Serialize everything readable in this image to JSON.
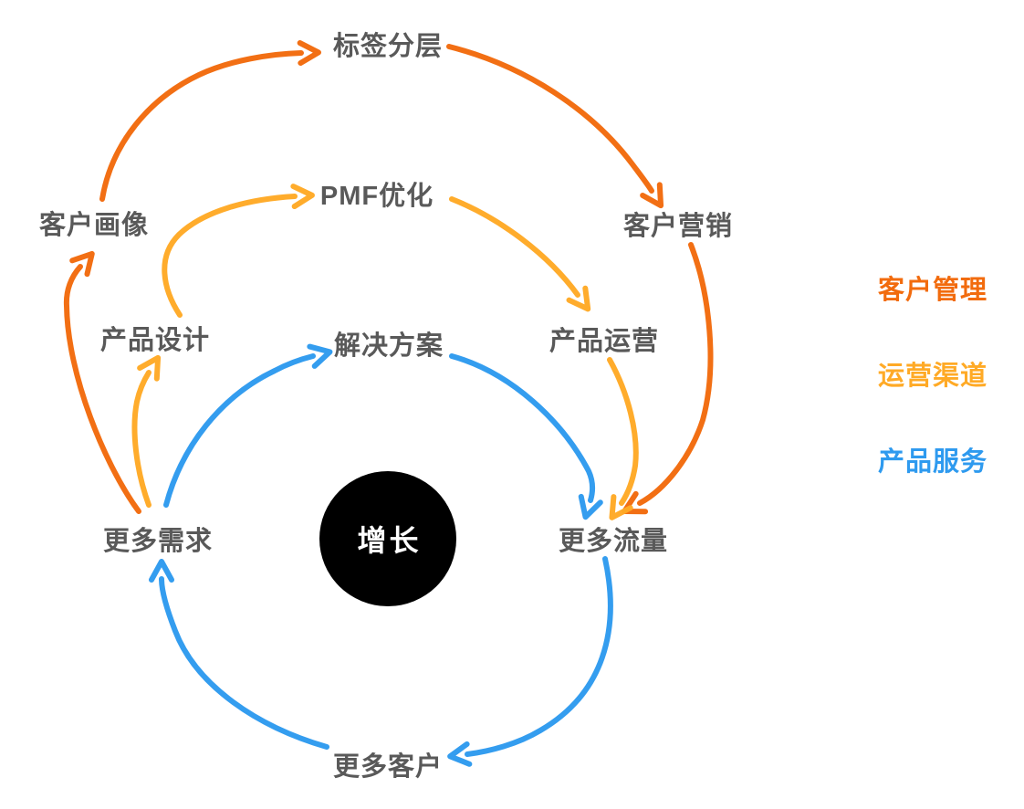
{
  "diagram": {
    "type": "flywheel-loop-diagram",
    "background": "#ffffff"
  },
  "center_node": {
    "label": "增长",
    "bg_color": "#000000",
    "text_color": "#ffffff"
  },
  "colors": {
    "node_text": "#595959",
    "orange": "#F26B0D",
    "amber": "#FFAA26",
    "blue": "#2E9AEF"
  },
  "groups": [
    {
      "id": "customer-management",
      "label": "客户管理",
      "color": "#F26B0D"
    },
    {
      "id": "operation-channel",
      "label": "运营渠道",
      "color": "#FFAA26"
    },
    {
      "id": "product-service",
      "label": "产品服务",
      "color": "#2E9AEF"
    }
  ],
  "nodes": [
    {
      "id": "tag-layering",
      "label": "标签分层"
    },
    {
      "id": "customer-profile",
      "label": "客户画像"
    },
    {
      "id": "pmf-optimization",
      "label": "PMF优化"
    },
    {
      "id": "customer-marketing",
      "label": "客户营销"
    },
    {
      "id": "product-design",
      "label": "产品设计"
    },
    {
      "id": "solution",
      "label": "解决方案"
    },
    {
      "id": "product-operation",
      "label": "产品运营"
    },
    {
      "id": "more-demand",
      "label": "更多需求"
    },
    {
      "id": "more-traffic",
      "label": "更多流量"
    },
    {
      "id": "more-customers",
      "label": "更多客户"
    }
  ],
  "edges": [
    {
      "from": "更多需求",
      "to": "客户画像",
      "group": "客户管理"
    },
    {
      "from": "客户画像",
      "to": "标签分层",
      "group": "客户管理"
    },
    {
      "from": "标签分层",
      "to": "客户营销",
      "group": "客户管理"
    },
    {
      "from": "客户营销",
      "to": "更多流量",
      "group": "客户管理"
    },
    {
      "from": "更多需求",
      "to": "产品设计",
      "group": "运营渠道"
    },
    {
      "from": "产品设计",
      "to": "PMF优化",
      "group": "运营渠道"
    },
    {
      "from": "PMF优化",
      "to": "产品运营",
      "group": "运营渠道"
    },
    {
      "from": "产品运营",
      "to": "更多流量",
      "group": "运营渠道"
    },
    {
      "from": "更多需求",
      "to": "解决方案",
      "group": "产品服务"
    },
    {
      "from": "解决方案",
      "to": "更多流量",
      "group": "产品服务"
    },
    {
      "from": "更多流量",
      "to": "更多客户",
      "group": "产品服务"
    },
    {
      "from": "更多客户",
      "to": "更多需求",
      "group": "产品服务"
    }
  ]
}
